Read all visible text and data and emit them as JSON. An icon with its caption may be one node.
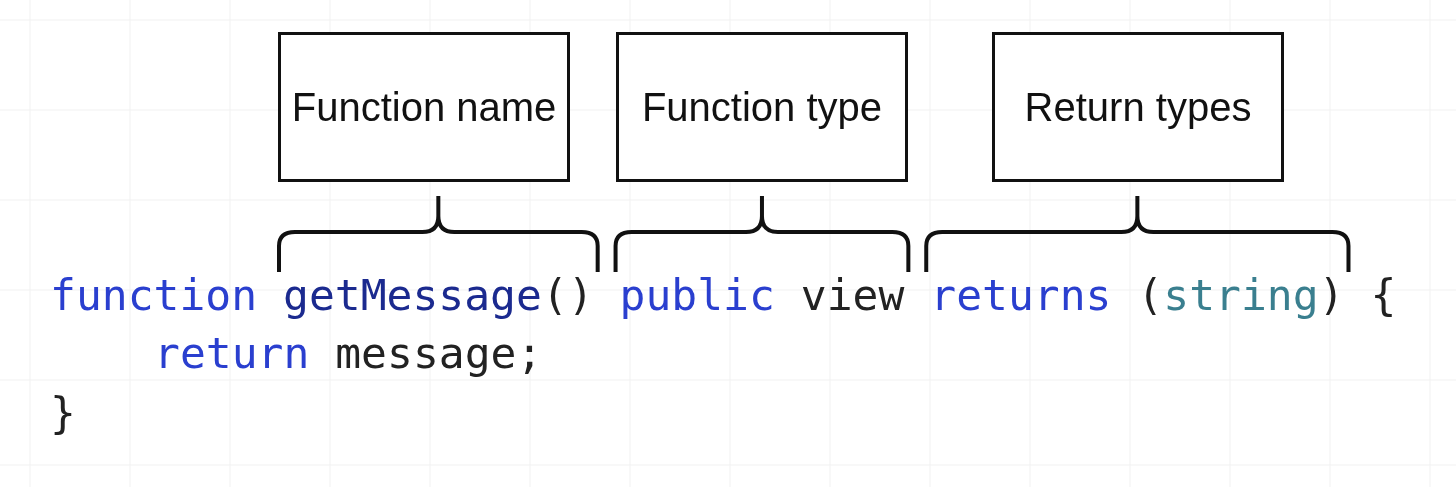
{
  "diagram": {
    "nodes": [
      {
        "text": [
          "Function name"
        ]
      },
      {
        "text": [
          "Function type"
        ]
      },
      {
        "text": [
          "Return types"
        ]
      }
    ],
    "labels": [
      "function getMessage() public view returns (string) {",
      "return message;",
      "}"
    ]
  }
}
